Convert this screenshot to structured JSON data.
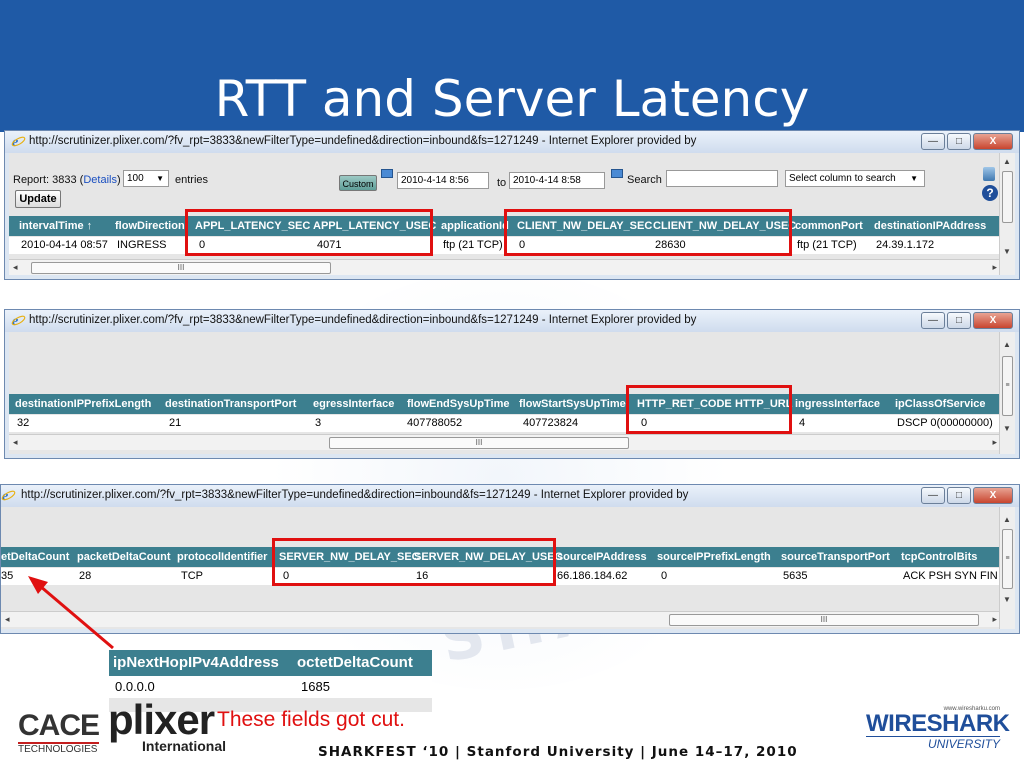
{
  "slide": {
    "title": "RTT and Server Latency",
    "footer": "SHARKFEST ‘10  |  Stanford University  |  June 14–17, 2010",
    "note": "These fields got cut.",
    "watermark": "SHA"
  },
  "browser": {
    "url": "http://scrutinizer.plixer.com/?fv_rpt=3833&newFilterType=undefined&direction=inbound&fs=1271249 - Internet Explorer provided by"
  },
  "window1": {
    "report_label": "Report: 3833 (",
    "details_link": "Details",
    "report_close": ")",
    "entries_value": "100",
    "entries_label": "entries",
    "update_label": "Update",
    "custom_label": "Custom",
    "from_date": "2010-4-14 8:56",
    "to_label": "to",
    "to_date": "2010-4-14 8:58",
    "search_label": "Search",
    "search_value": "",
    "column_select": "Select column to search",
    "headers": [
      "intervalTime ↑",
      "flowDirection",
      "APPL_LATENCY_SEC",
      "APPL_LATENCY_USEC",
      "applicationId",
      "CLIENT_NW_DELAY_SEC",
      "CLIENT_NW_DELAY_USEC",
      "commonPort",
      "destinationIPAddress"
    ],
    "row": [
      "2010-04-14 08:57",
      "INGRESS",
      "0",
      "4071",
      "ftp (21 TCP)",
      "0",
      "28630",
      "ftp (21 TCP)",
      "24.39.1.172"
    ],
    "scroll_glyph": "III"
  },
  "window2": {
    "headers": [
      "destinationIPPrefixLength",
      "destinationTransportPort",
      "egressInterface",
      "flowEndSysUpTime",
      "flowStartSysUpTime",
      "HTTP_RET_CODE",
      "HTTP_URL",
      "ingressInterface",
      "ipClassOfService"
    ],
    "row": [
      "32",
      "21",
      "3",
      "407788052",
      "407723824",
      "0",
      "",
      "4",
      "DSCP 0(00000000)"
    ],
    "scroll_glyph": "III"
  },
  "window3": {
    "headers": [
      "etDeltaCount",
      "packetDeltaCount",
      "protocolIdentifier",
      "SERVER_NW_DELAY_SEC",
      "SERVER_NW_DELAY_USEC",
      "sourceIPAddress",
      "sourceIPPrefixLength",
      "sourceTransportPort",
      "tcpControlBits"
    ],
    "row": [
      "35",
      "28",
      "TCP",
      "0",
      "16",
      "66.186.184.62",
      "0",
      "5635",
      "ACK PSH SYN FIN"
    ],
    "scroll_glyph": "III"
  },
  "cut_table": {
    "headers": [
      "ipNextHopIPv4Address",
      "octetDeltaCount"
    ],
    "row": [
      "0.0.0.0",
      "1685"
    ]
  },
  "logos": {
    "cace": "CACE",
    "cace_sub": "TECHNOLOGIES",
    "plixer": "plixer",
    "plixer_sub": "International",
    "wireshark": "WIRESHARK",
    "wireshark_sub": "UNIVERSITY",
    "wireshark_url": "www.wiresharku.com"
  },
  "window_buttons": {
    "minimize": "—",
    "maximize": "□",
    "close": "X"
  },
  "colors": {
    "header_bg": "#1f5aa6",
    "grid_header": "#3c7f8f",
    "highlight": "#e01010"
  }
}
